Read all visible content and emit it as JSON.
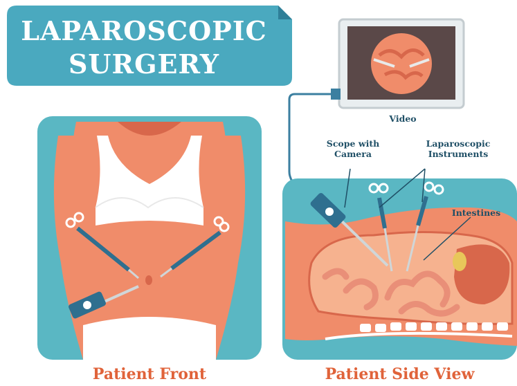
{
  "title": {
    "line1": "LAPAROSCOPIC",
    "line2": "SURGERY"
  },
  "labels": {
    "video": "Video",
    "scope": [
      "Scope with",
      "Camera"
    ],
    "instruments": [
      "Laparoscopic",
      "Instruments"
    ],
    "intestines": "Intestines"
  },
  "captions": {
    "front": "Patient Front",
    "side": "Patient Side View"
  },
  "colors": {
    "teal": "#5ab7c3",
    "skin": "#f08c6a",
    "skin_dark": "#d8674b",
    "white": "#ffffff",
    "navy": "#1f4f66",
    "caption": "#e0633a"
  }
}
